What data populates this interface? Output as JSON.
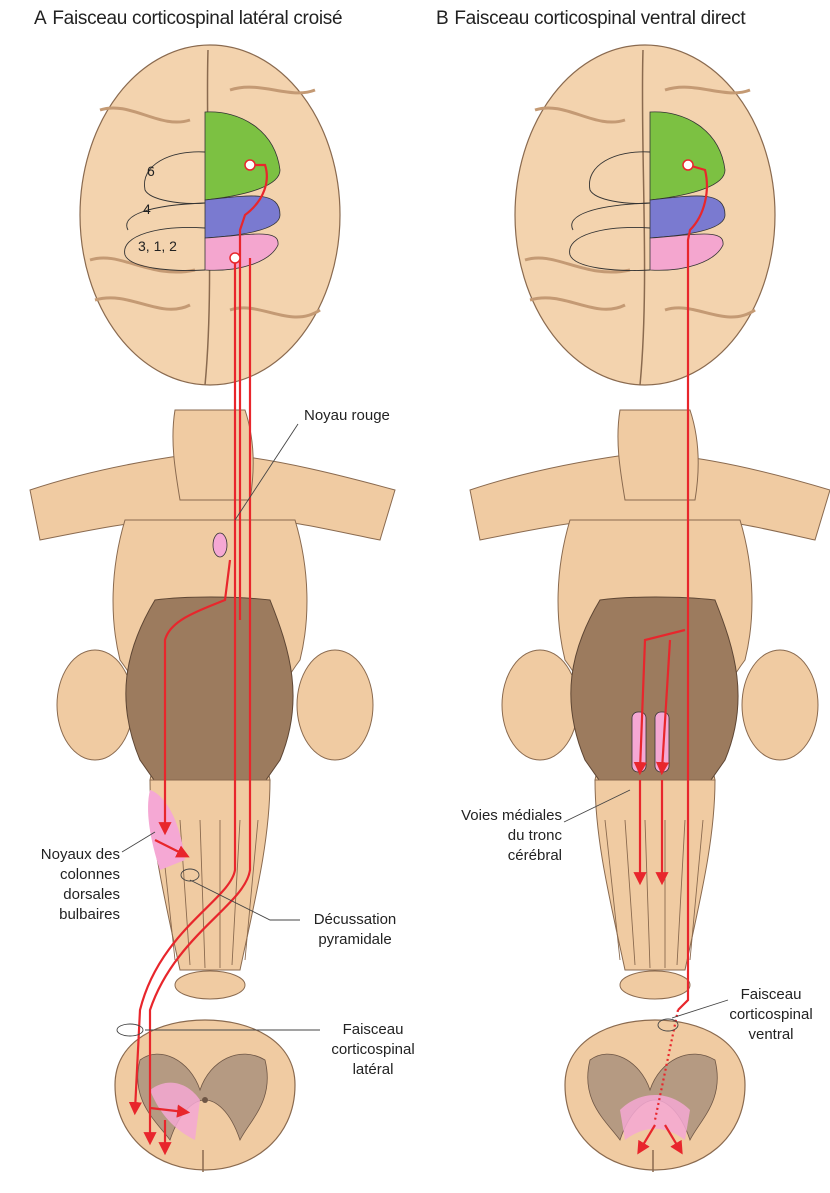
{
  "panels": [
    {
      "letter": "A",
      "title": "Faisceau corticospinal latéral croisé"
    },
    {
      "letter": "B",
      "title": "Faisceau corticospinal ventral direct"
    }
  ],
  "area_numbers": [
    "6",
    "4",
    "3, 1, 2"
  ],
  "labels": {
    "noyau_rouge": "Noyau rouge",
    "noyaux_colonnes": [
      "Noyaux des",
      "colonnes",
      "dorsales",
      "bulbaires"
    ],
    "decussation": [
      "Décussation",
      "pyramidale"
    ],
    "faisceau_lateral": [
      "Faisceau",
      "corticospinal",
      "latéral"
    ],
    "voies_mediales": [
      "Voies médiales",
      "du tronc",
      "cérébral"
    ],
    "faisceau_ventral": [
      "Faisceau",
      "corticospinal",
      "ventral"
    ]
  },
  "colors": {
    "brain": "#f3d3ae",
    "brain_shade": "#dcae7f",
    "brainstem": "#f0cba2",
    "brainstem_dark": "#9c7b5e",
    "area6": "#7cc142",
    "area4": "#7a7ad0",
    "area312": "#f4a6cf",
    "tract": "#e8262c",
    "grey_matter": "#b59a82",
    "nucleus_pink": "#f5a8d4"
  }
}
